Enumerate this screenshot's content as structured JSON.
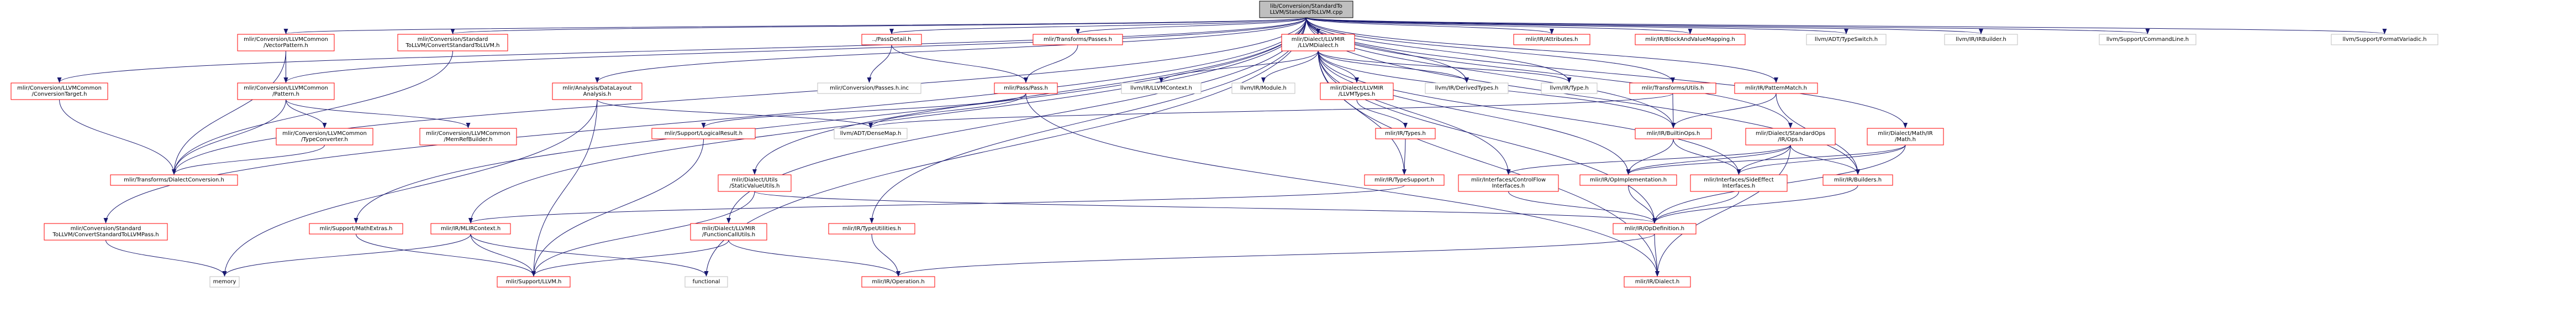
{
  "colors": {
    "root_fill": "#bfbfbf",
    "node_fill": "#ffffff",
    "linked_border": "#ff0000",
    "plain_border": "#bfbfbf",
    "linked_text": "#000000",
    "plain_text": "#000000",
    "edge": "#191970"
  },
  "graph": {
    "nodes": [
      {
        "id": "root",
        "label": [
          "lib/Conversion/StandardTo",
          "LLVM/StandardToLLVM.cpp"
        ],
        "style": "root"
      },
      {
        "id": "vectorpattern",
        "label": [
          "mlir/Conversion/LLVMCommon",
          "/VectorPattern.h"
        ],
        "style": "linked"
      },
      {
        "id": "stdtollvm",
        "label": [
          "mlir/Conversion/Standard",
          "ToLLVM/ConvertStandardToLLVM.h"
        ],
        "style": "linked"
      },
      {
        "id": "passdetail",
        "label": [
          "../PassDetail.h"
        ],
        "style": "linked"
      },
      {
        "id": "transformspasses",
        "label": [
          "mlir/Transforms/Passes.h"
        ],
        "style": "linked"
      },
      {
        "id": "llvmdialect",
        "label": [
          "mlir/Dialect/LLVMIR",
          "/LLVMDialect.h"
        ],
        "style": "linked"
      },
      {
        "id": "irattributes",
        "label": [
          "mlir/IR/Attributes.h"
        ],
        "style": "linked"
      },
      {
        "id": "blockandvalue",
        "label": [
          "mlir/IR/BlockAndValueMapping.h"
        ],
        "style": "linked"
      },
      {
        "id": "typeswitch",
        "label": [
          "llvm/ADT/TypeSwitch.h"
        ],
        "style": "plain"
      },
      {
        "id": "irbuilder",
        "label": [
          "llvm/IR/IRBuilder.h"
        ],
        "style": "plain"
      },
      {
        "id": "commandline",
        "label": [
          "llvm/Support/CommandLine.h"
        ],
        "style": "plain"
      },
      {
        "id": "formatvariadic",
        "label": [
          "llvm/Support/FormatVariadic.h"
        ],
        "style": "plain"
      },
      {
        "id": "conversiontarget",
        "label": [
          "mlir/Conversion/LLVMCommon",
          "/ConversionTarget.h"
        ],
        "style": "linked"
      },
      {
        "id": "llvmcommonpattern",
        "label": [
          "mlir/Conversion/LLVMCommon",
          "/Pattern.h"
        ],
        "style": "linked"
      },
      {
        "id": "datalayout",
        "label": [
          "mlir/Analysis/DataLayout",
          "Analysis.h"
        ],
        "style": "linked"
      },
      {
        "id": "conversionpassesinc",
        "label": [
          "mlir/Conversion/Passes.h.inc"
        ],
        "style": "plain"
      },
      {
        "id": "passpass",
        "label": [
          "mlir/Pass/Pass.h"
        ],
        "style": "linked"
      },
      {
        "id": "llvmcontext",
        "label": [
          "llvm/IR/LLVMContext.h"
        ],
        "style": "plain"
      },
      {
        "id": "llvmmodule",
        "label": [
          "llvm/IR/Module.h"
        ],
        "style": "plain"
      },
      {
        "id": "llvmtypes",
        "label": [
          "mlir/Dialect/LLVMIR",
          "/LLVMTypes.h"
        ],
        "style": "linked"
      },
      {
        "id": "derivedtypes",
        "label": [
          "llvm/IR/DerivedTypes.h"
        ],
        "style": "plain"
      },
      {
        "id": "llvmirtype",
        "label": [
          "llvm/IR/Type.h"
        ],
        "style": "plain"
      },
      {
        "id": "transformsutils",
        "label": [
          "mlir/Transforms/Utils.h"
        ],
        "style": "linked"
      },
      {
        "id": "patternmatch",
        "label": [
          "mlir/IR/PatternMatch.h"
        ],
        "style": "linked"
      },
      {
        "id": "typeconverter",
        "label": [
          "mlir/Conversion/LLVMCommon",
          "/TypeConverter.h"
        ],
        "style": "linked"
      },
      {
        "id": "memrefbuilder",
        "label": [
          "mlir/Conversion/LLVMCommon",
          "/MemRefBuilder.h"
        ],
        "style": "linked"
      },
      {
        "id": "logicalresult",
        "label": [
          "mlir/Support/LogicalResult.h"
        ],
        "style": "linked"
      },
      {
        "id": "densemap",
        "label": [
          "llvm/ADT/DenseMap.h"
        ],
        "style": "plain"
      },
      {
        "id": "irtypes",
        "label": [
          "mlir/IR/Types.h"
        ],
        "style": "linked"
      },
      {
        "id": "builtinops",
        "label": [
          "mlir/IR/BuiltinOps.h"
        ],
        "style": "linked"
      },
      {
        "id": "standardops",
        "label": [
          "mlir/Dialect/StandardOps",
          "/IR/Ops.h"
        ],
        "style": "linked"
      },
      {
        "id": "mathir",
        "label": [
          "mlir/Dialect/Math/IR",
          "/Math.h"
        ],
        "style": "linked"
      },
      {
        "id": "dialectconversion",
        "label": [
          "mlir/Transforms/DialectConversion.h"
        ],
        "style": "linked"
      },
      {
        "id": "staticvalueutils",
        "label": [
          "mlir/Dialect/Utils",
          "/StaticValueUtils.h"
        ],
        "style": "linked"
      },
      {
        "id": "typesupport",
        "label": [
          "mlir/IR/TypeSupport.h"
        ],
        "style": "linked"
      },
      {
        "id": "controlflowinterfaces",
        "label": [
          "mlir/Interfaces/ControlFlow",
          "Interfaces.h"
        ],
        "style": "linked"
      },
      {
        "id": "opimplementation",
        "label": [
          "mlir/IR/OpImplementation.h"
        ],
        "style": "linked"
      },
      {
        "id": "sideeffectinterfaces",
        "label": [
          "mlir/Interfaces/SideEffect",
          "Interfaces.h"
        ],
        "style": "linked"
      },
      {
        "id": "irbuilders",
        "label": [
          "mlir/IR/Builders.h"
        ],
        "style": "linked"
      },
      {
        "id": "stdtollvmpass",
        "label": [
          "mlir/Conversion/Standard",
          "ToLLVM/ConvertStandardToLLVMPass.h"
        ],
        "style": "linked"
      },
      {
        "id": "mathextras",
        "label": [
          "mlir/Support/MathExtras.h"
        ],
        "style": "linked"
      },
      {
        "id": "mlircontext",
        "label": [
          "mlir/IR/MLIRContext.h"
        ],
        "style": "linked"
      },
      {
        "id": "functioncallutils",
        "label": [
          "mlir/Dialect/LLVMIR",
          "/FunctionCallUtils.h"
        ],
        "style": "linked"
      },
      {
        "id": "typeutilities",
        "label": [
          "mlir/IR/TypeUtilities.h"
        ],
        "style": "linked"
      },
      {
        "id": "opdefinition",
        "label": [
          "mlir/IR/OpDefinition.h"
        ],
        "style": "linked"
      },
      {
        "id": "memory",
        "label": [
          "memory"
        ],
        "style": "plain"
      },
      {
        "id": "supportllvm",
        "label": [
          "mlir/Support/LLVM.h"
        ],
        "style": "linked"
      },
      {
        "id": "functional",
        "label": [
          "functional"
        ],
        "style": "plain"
      },
      {
        "id": "iroperation",
        "label": [
          "mlir/IR/Operation.h"
        ],
        "style": "linked"
      },
      {
        "id": "irdialect",
        "label": [
          "mlir/IR/Dialect.h"
        ],
        "style": "linked"
      }
    ],
    "edges": [
      [
        "root",
        "vectorpattern"
      ],
      [
        "root",
        "stdtollvm"
      ],
      [
        "root",
        "passdetail"
      ],
      [
        "root",
        "transformspasses"
      ],
      [
        "root",
        "llvmdialect"
      ],
      [
        "root",
        "irattributes"
      ],
      [
        "root",
        "blockandvalue"
      ],
      [
        "root",
        "typeswitch"
      ],
      [
        "root",
        "irbuilder"
      ],
      [
        "root",
        "commandline"
      ],
      [
        "root",
        "formatvariadic"
      ],
      [
        "root",
        "conversiontarget"
      ],
      [
        "root",
        "datalayout"
      ],
      [
        "root",
        "mathextras"
      ],
      [
        "root",
        "mlircontext"
      ],
      [
        "root",
        "staticvalueutils"
      ],
      [
        "root",
        "functioncallutils"
      ],
      [
        "root",
        "typeutilities"
      ],
      [
        "root",
        "functional"
      ],
      [
        "root",
        "stdtollvmpass"
      ],
      [
        "root",
        "derivedtypes"
      ],
      [
        "root",
        "llvmirtype"
      ],
      [
        "root",
        "transformsutils"
      ],
      [
        "root",
        "patternmatch"
      ],
      [
        "root",
        "builtinops"
      ],
      [
        "root",
        "standardops"
      ],
      [
        "root",
        "mathir"
      ],
      [
        "root",
        "irbuilders"
      ],
      [
        "root",
        "dialectconversion"
      ],
      [
        "root",
        "llvmcommonpattern"
      ],
      [
        "vectorpattern",
        "llvmcommonpattern"
      ],
      [
        "vectorpattern",
        "dialectconversion"
      ],
      [
        "stdtollvm",
        "dialectconversion"
      ],
      [
        "passdetail",
        "conversionpassesinc"
      ],
      [
        "passdetail",
        "passpass"
      ],
      [
        "transformspasses",
        "passpass"
      ],
      [
        "passpass",
        "logicalresult"
      ],
      [
        "passpass",
        "densemap"
      ],
      [
        "passpass",
        "irdialect"
      ],
      [
        "llvmdialect",
        "llvmcontext"
      ],
      [
        "llvmdialect",
        "llvmmodule"
      ],
      [
        "llvmdialect",
        "llvmtypes"
      ],
      [
        "llvmdialect",
        "derivedtypes"
      ],
      [
        "llvmdialect",
        "llvmirtype"
      ],
      [
        "llvmdialect",
        "builtinops"
      ],
      [
        "llvmdialect",
        "opdefinition"
      ],
      [
        "llvmdialect",
        "controlflowinterfaces"
      ],
      [
        "llvmdialect",
        "sideeffectinterfaces"
      ],
      [
        "llvmdialect",
        "typesupport"
      ],
      [
        "llvmdialect",
        "irdialect"
      ],
      [
        "llvmdialect",
        "opimplementation"
      ],
      [
        "llvmtypes",
        "irtypes"
      ],
      [
        "llvmcommonpattern",
        "typeconverter"
      ],
      [
        "llvmcommonpattern",
        "memrefbuilder"
      ],
      [
        "llvmcommonpattern",
        "dialectconversion"
      ],
      [
        "typeconverter",
        "dialectconversion"
      ],
      [
        "conversiontarget",
        "dialectconversion"
      ],
      [
        "datalayout",
        "densemap"
      ],
      [
        "datalayout",
        "memory"
      ],
      [
        "datalayout",
        "supportllvm"
      ],
      [
        "logicalresult",
        "supportllvm"
      ],
      [
        "transformsutils",
        "densemap"
      ],
      [
        "transformsutils",
        "builtinops"
      ],
      [
        "patternmatch",
        "builtinops"
      ],
      [
        "patternmatch",
        "irbuilders"
      ],
      [
        "irtypes",
        "typesupport"
      ],
      [
        "typesupport",
        "mlircontext"
      ],
      [
        "builtinops",
        "opimplementation"
      ],
      [
        "builtinops",
        "sideeffectinterfaces"
      ],
      [
        "standardops",
        "controlflowinterfaces"
      ],
      [
        "standardops",
        "opimplementation"
      ],
      [
        "standardops",
        "sideeffectinterfaces"
      ],
      [
        "standardops",
        "irbuilders"
      ],
      [
        "standardops",
        "irdialect"
      ],
      [
        "mathir",
        "opimplementation"
      ],
      [
        "mathir",
        "sideeffectinterfaces"
      ],
      [
        "mathir",
        "opdefinition"
      ],
      [
        "controlflowinterfaces",
        "opdefinition"
      ],
      [
        "opimplementation",
        "opdefinition"
      ],
      [
        "sideeffectinterfaces",
        "opdefinition"
      ],
      [
        "irbuilders",
        "opdefinition"
      ],
      [
        "staticvalueutils",
        "opdefinition"
      ],
      [
        "staticvalueutils",
        "supportllvm"
      ],
      [
        "stdtollvmpass",
        "memory"
      ],
      [
        "mathextras",
        "supportllvm"
      ],
      [
        "mlircontext",
        "supportllvm"
      ],
      [
        "mlircontext",
        "memory"
      ],
      [
        "mlircontext",
        "functional"
      ],
      [
        "functioncallutils",
        "supportllvm"
      ],
      [
        "functioncallutils",
        "iroperation"
      ],
      [
        "typeutilities",
        "iroperation"
      ],
      [
        "opdefinition",
        "iroperation"
      ],
      [
        "opdefinition",
        "irdialect"
      ]
    ]
  }
}
